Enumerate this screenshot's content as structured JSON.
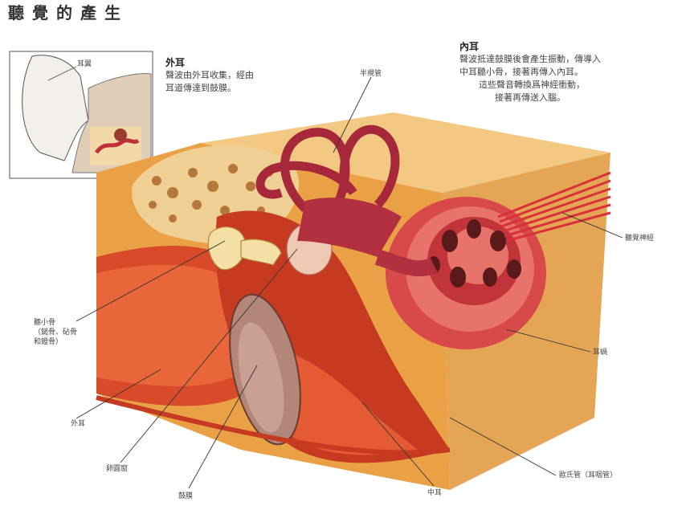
{
  "title": "聽覺的產生",
  "inset": {
    "label": "耳翼"
  },
  "outer_ear": {
    "heading": "外耳",
    "lines": [
      "聲波由外耳收集，經由",
      "耳道傳達到鼓膜。"
    ]
  },
  "inner_ear": {
    "heading": "內耳",
    "lines": [
      "聲波抵達鼓膜後會產生振動，傳導入",
      "中耳聽小骨，接著再傳入內耳。",
      "這些聲音轉換爲神經衝動，",
      "接著再傳送入腦。"
    ]
  },
  "labels": {
    "semicircular": "半規管",
    "auditory_nerve": "聽覺神經",
    "cochlea": "耳蝸",
    "eustachian": "歐氏管（耳咽管）",
    "middle_ear": "中耳",
    "eardrum": "鼓膜",
    "oval_window": "卵圓窗",
    "outer_ear": "外耳",
    "ossicles_1": "聽小骨",
    "ossicles_2": "（鎚骨、砧骨",
    "ossicles_3": "和鐙骨）"
  }
}
